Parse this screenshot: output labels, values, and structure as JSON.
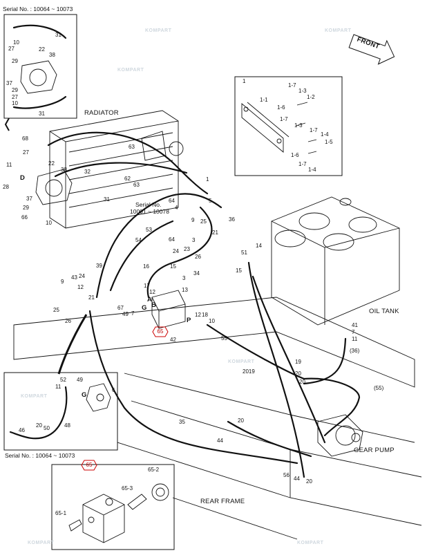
{
  "watermark": {
    "text": "KOMPART"
  },
  "callouts": {
    "radiator": "RADIATOR",
    "oil_tank": "OIL TANK",
    "gear_pump": "GEAR PUMP",
    "rear_frame": "REAR FRAME",
    "front": "FRONT"
  },
  "serial_notes": {
    "top_inset": "Serial No. : 10064 ~ 10073",
    "bottom_inset": "Serial No. : 10064 ~ 10073",
    "center_line1": "Serial No.",
    "center_line2": "10001 ~ 10078"
  },
  "highlight_part": "65",
  "part_labels": [
    "31",
    "10",
    "27",
    "22",
    "38",
    "29",
    "37",
    "29",
    "27",
    "10",
    "31",
    "68",
    "27",
    "22",
    "11",
    "28",
    "38",
    "37",
    "29",
    "66",
    "10",
    "63",
    "32",
    "62",
    "63",
    "31",
    "1",
    "64",
    "4",
    "5",
    "1",
    "1-1",
    "1-7",
    "1-3",
    "1-2",
    "1-6",
    "1-7",
    "1-3",
    "1-7",
    "1-4",
    "1-5",
    "1-6",
    "1-7",
    "1-4",
    "36",
    "9",
    "25",
    "21",
    "3",
    "24",
    "23",
    "26",
    "53",
    "54",
    "64",
    "51",
    "14",
    "15",
    "16",
    "15",
    "34",
    "3",
    "13",
    "39",
    "9",
    "43",
    "24",
    "12",
    "21",
    "25",
    "26",
    "17",
    "12",
    "67",
    "49",
    "7",
    "18",
    "12",
    "10",
    "55",
    "42",
    "41",
    "7",
    "11",
    "(36)",
    "19",
    "20",
    "2019",
    "20",
    "(55)",
    "52",
    "49",
    "11",
    "20",
    "50",
    "48",
    "46",
    "6",
    "35",
    "20",
    "44",
    "56",
    "44",
    "20",
    "65-2",
    "65-3",
    "65-1",
    "65"
  ],
  "port_letters": [
    "D",
    "G",
    "A",
    "B",
    "P",
    "G"
  ]
}
